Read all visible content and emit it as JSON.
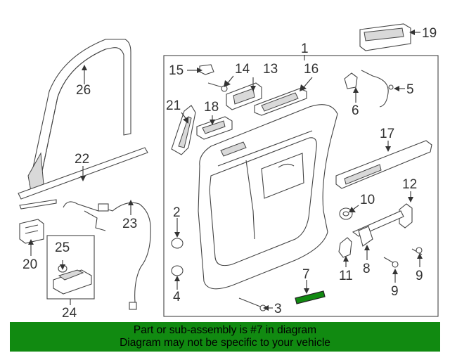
{
  "diagram": {
    "highlight_color": "#118a11",
    "callouts": [
      {
        "id": "1",
        "label": "1"
      },
      {
        "id": "2",
        "label": "2"
      },
      {
        "id": "3",
        "label": "3"
      },
      {
        "id": "4",
        "label": "4"
      },
      {
        "id": "5",
        "label": "5"
      },
      {
        "id": "6",
        "label": "6"
      },
      {
        "id": "7",
        "label": "7"
      },
      {
        "id": "8",
        "label": "8"
      },
      {
        "id": "9a",
        "label": "9"
      },
      {
        "id": "9b",
        "label": "9"
      },
      {
        "id": "10",
        "label": "10"
      },
      {
        "id": "11",
        "label": "11"
      },
      {
        "id": "12",
        "label": "12"
      },
      {
        "id": "13",
        "label": "13"
      },
      {
        "id": "14",
        "label": "14"
      },
      {
        "id": "15",
        "label": "15"
      },
      {
        "id": "16",
        "label": "16"
      },
      {
        "id": "17",
        "label": "17"
      },
      {
        "id": "18",
        "label": "18"
      },
      {
        "id": "19",
        "label": "19"
      },
      {
        "id": "20",
        "label": "20"
      },
      {
        "id": "21",
        "label": "21"
      },
      {
        "id": "22",
        "label": "22"
      },
      {
        "id": "23",
        "label": "23"
      },
      {
        "id": "24",
        "label": "24"
      },
      {
        "id": "25",
        "label": "25"
      },
      {
        "id": "26",
        "label": "26"
      }
    ]
  },
  "banner": {
    "line1": "Part or sub-assembly is #7 in diagram",
    "line2": "Diagram may not be specific to your vehicle",
    "background": "#118a11"
  }
}
